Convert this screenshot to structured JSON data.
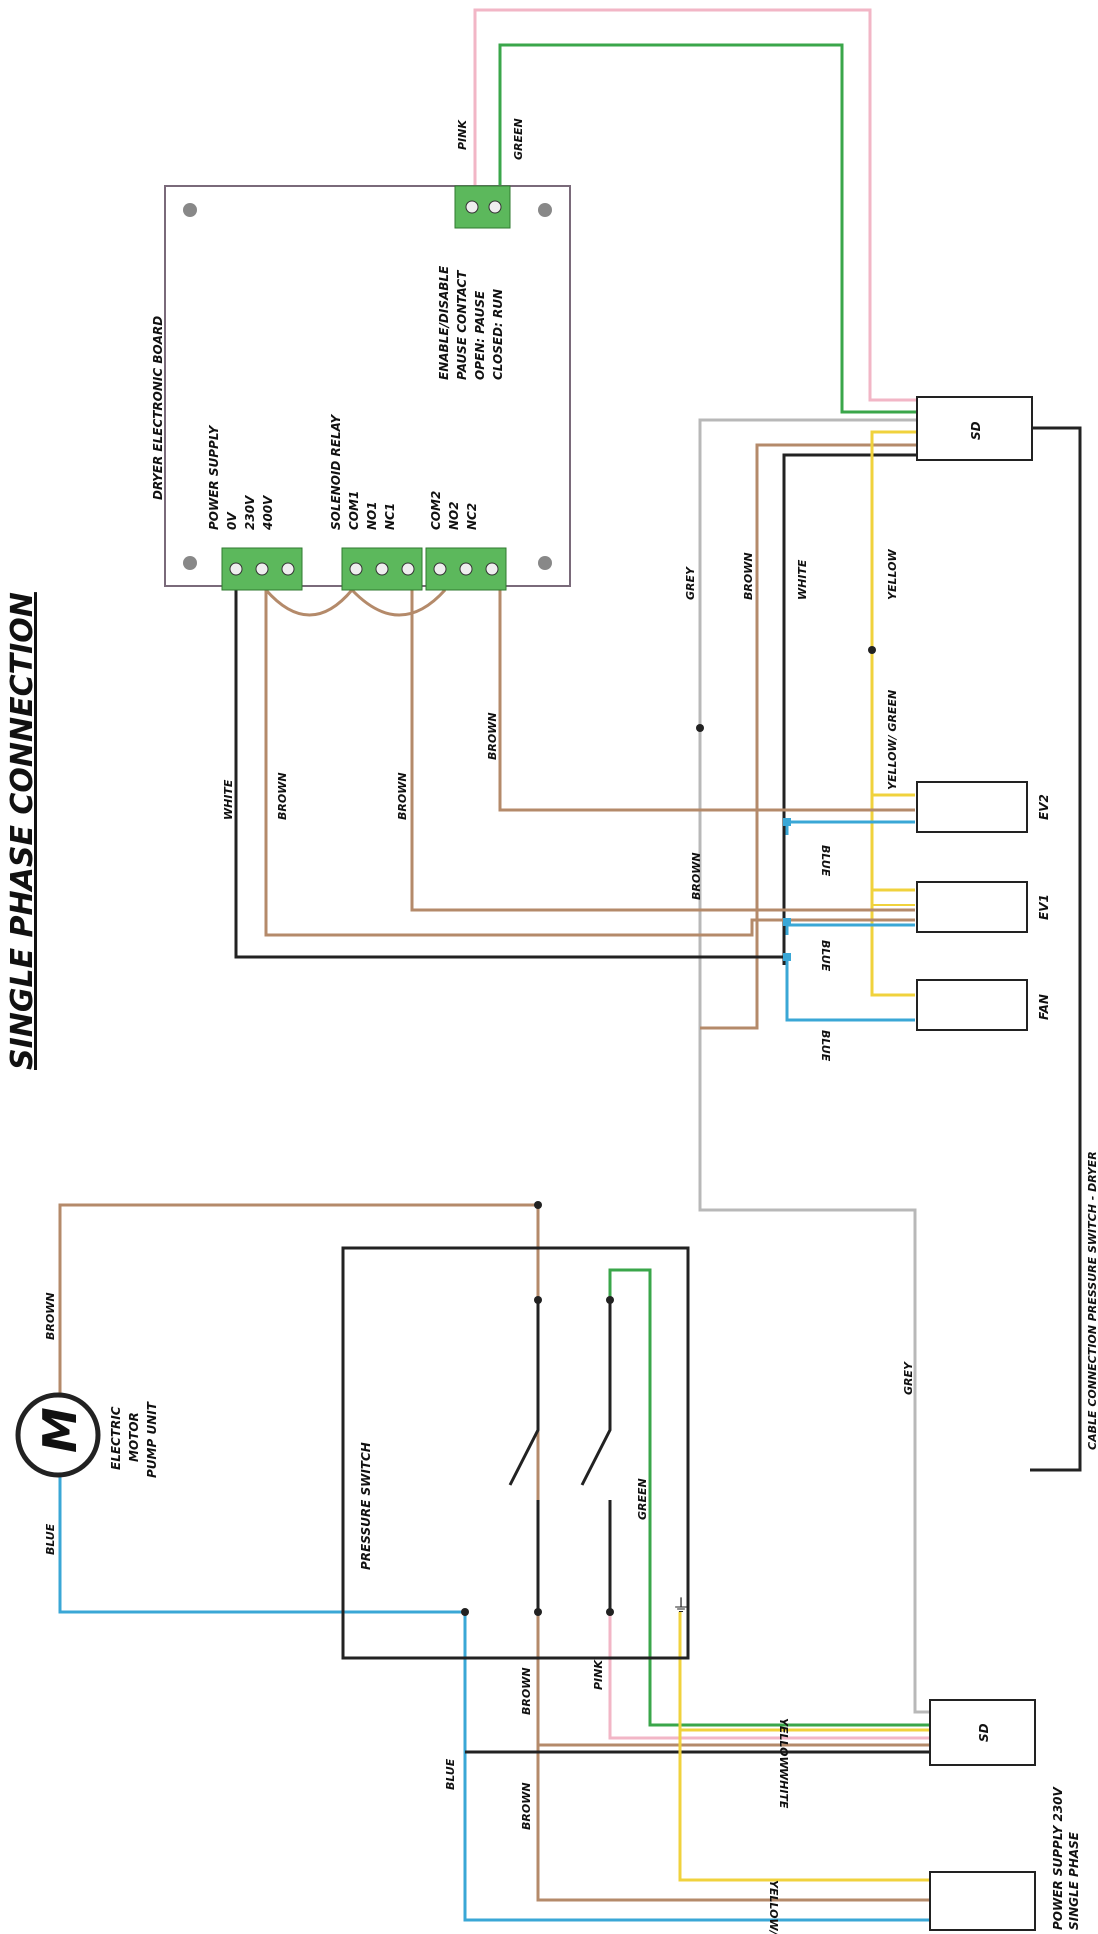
{
  "title": "SINGLE PHASE CONNECTION",
  "board": {
    "title": "DRYER ELECTRONIC BOARD",
    "power_supply": "POWER SUPPLY",
    "ov": "0V",
    "v230": "230V",
    "v400": "400V",
    "solenoid_relay": "SOLENOID RELAY",
    "com1": "COM1",
    "no1": "NO1",
    "nc1": "NC1",
    "com2": "COM2",
    "no2": "NO2",
    "nc2": "NC2",
    "enable_lines": [
      "ENABLE/DISABLE",
      "PAUSE CONTACT",
      "OPEN: PAUSE",
      "CLOSED: RUN"
    ]
  },
  "components": {
    "sd_top": "SD",
    "ev2": "EV2",
    "ev1": "EV1",
    "fan": "FAN",
    "sd_bottom": "SD",
    "power_supply_lines": [
      "POWER SUPPLY 230V",
      "SINGLE PHASE"
    ],
    "motor_symbol": "M",
    "motor_lines": [
      "ELECTRIC",
      "MOTOR",
      "PUMP UNIT"
    ],
    "pressure_switch": "PRESSURE SWITCH",
    "cable_connection": "CABLE CONNECTION PRESSURE SWITCH - DRYER"
  },
  "wire_labels": {
    "pink": "PINK",
    "green": "GREEN",
    "grey": "GREY",
    "brown": "BROWN",
    "white": "WHITE",
    "yellow": "YELLOW",
    "yellow_green": "YELLOW/ GREEN",
    "yellow_green_compact": "YELLOW/GREEN",
    "blue": "BLUE"
  },
  "colors": {
    "brown": "#b48a6a",
    "blue": "#3aa7d6",
    "green": "#3aa64a",
    "pink": "#f2b6c6",
    "yellow": "#f0d23c",
    "grey": "#b8b8b8",
    "black": "#222222",
    "terminal": "#5cb85c"
  }
}
